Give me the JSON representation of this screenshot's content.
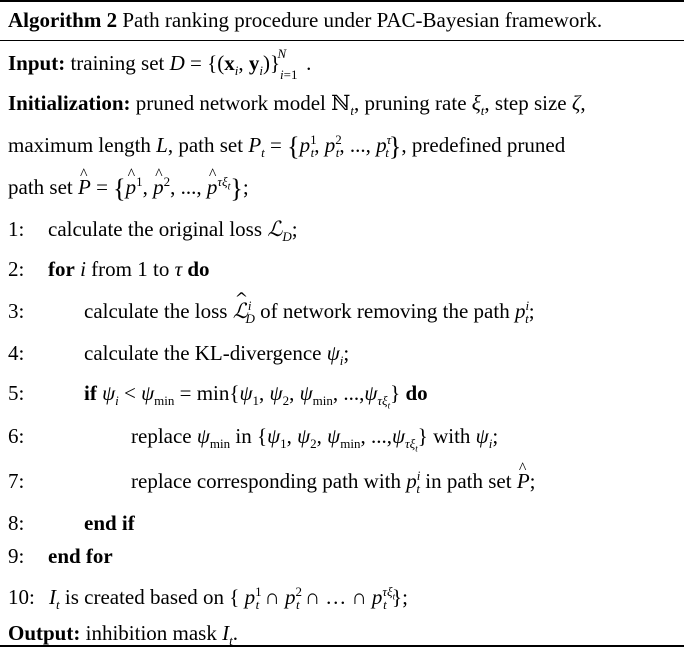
{
  "algorithm": {
    "label": "Algorithm 2",
    "title": "Path ranking procedure under PAC-Bayesian framework.",
    "input": {
      "label": "Input:",
      "text": "training set D = {(x_i, y_i)}_{i=1}^N."
    },
    "initialization": {
      "label": "Initialization:",
      "line1": "pruned network model ℕ_t, pruning rate ξ_t, step size ζ,",
      "line2": "maximum length L, path set P_t = {p_t^1, p_t^2, ..., p_t^τ}, predefined pruned",
      "line3": "path set P̂ = {p̂^1, p̂^2, ..., p̂^(τξ_t)};"
    },
    "steps": [
      {
        "num": "1:",
        "text": "calculate the original loss ℒ_D;"
      },
      {
        "num": "2:",
        "keyword": "for",
        "text": "i from 1 to τ",
        "keyword_end": "do"
      },
      {
        "num": "3:",
        "text": "calculate the loss ℒ̂_D^i of network removing the path p_t^i;"
      },
      {
        "num": "4:",
        "text": "calculate the KL-divergence ψ_i;"
      },
      {
        "num": "5:",
        "keyword": "if",
        "text": "ψ_i < ψ_min = min{ψ_1, ψ_2, ψ_min, ..., ψ_(τξ_t)}",
        "keyword_end": "do"
      },
      {
        "num": "6:",
        "text": "replace ψ_min in {ψ_1, ψ_2, ψ_min, ..., ψ_(τξ_t)} with ψ_i;"
      },
      {
        "num": "7:",
        "text": "replace corresponding path with p_t^i in path set P̂;"
      },
      {
        "num": "8:",
        "keyword": "end if"
      },
      {
        "num": "9:",
        "keyword": "end for"
      },
      {
        "num": "10:",
        "text": "I_t is created based on {p_t^1 ∩ p_t^2 ∩ … ∩ p_t^(τξ_t)};"
      }
    ],
    "output": {
      "label": "Output:",
      "text": "inhibition mask I_t."
    }
  }
}
